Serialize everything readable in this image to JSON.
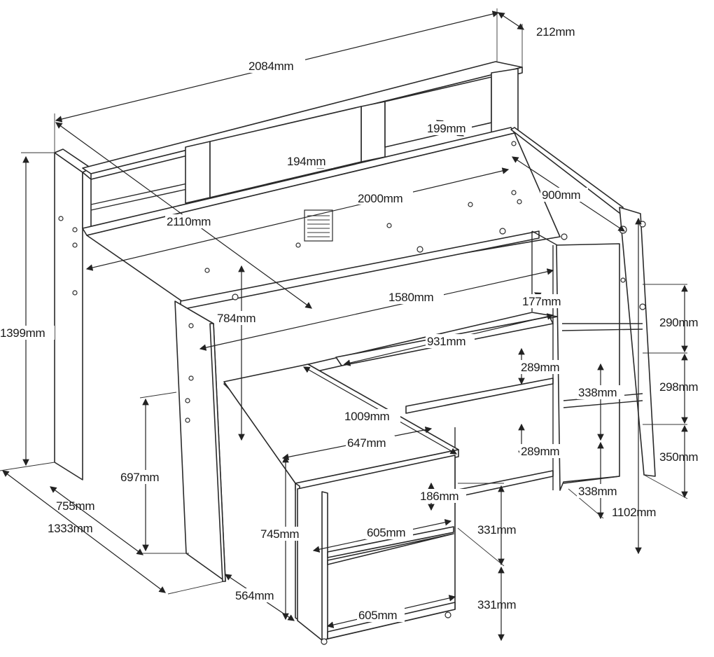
{
  "colors": {
    "line": "#2a2a2a",
    "background": "#ffffff",
    "text": "#1a1a1a"
  },
  "dimensions": {
    "d2084": "2084mm",
    "d212": "212mm",
    "d199": "199mm",
    "d194": "194mm",
    "d2000": "2000mm",
    "d900": "900mm",
    "d2110": "2110mm",
    "d1399": "1399mm",
    "d784": "784mm",
    "d1580": "1580mm",
    "d177": "177mm",
    "d290": "290mm",
    "d931": "931mm",
    "d298": "298mm",
    "d289a": "289mm",
    "d338a": "338mm",
    "d1009": "1009mm",
    "d647": "647mm",
    "d289b": "289mm",
    "d350": "350mm",
    "d697": "697mm",
    "d338b": "338mm",
    "d755": "755mm",
    "d186": "186mm",
    "d1102": "1102mm",
    "d1333": "1333mm",
    "d745": "745mm",
    "d605a": "605mm",
    "d331a": "331mm",
    "d564": "564mm",
    "d331b": "331mm",
    "d605b": "605mm"
  }
}
